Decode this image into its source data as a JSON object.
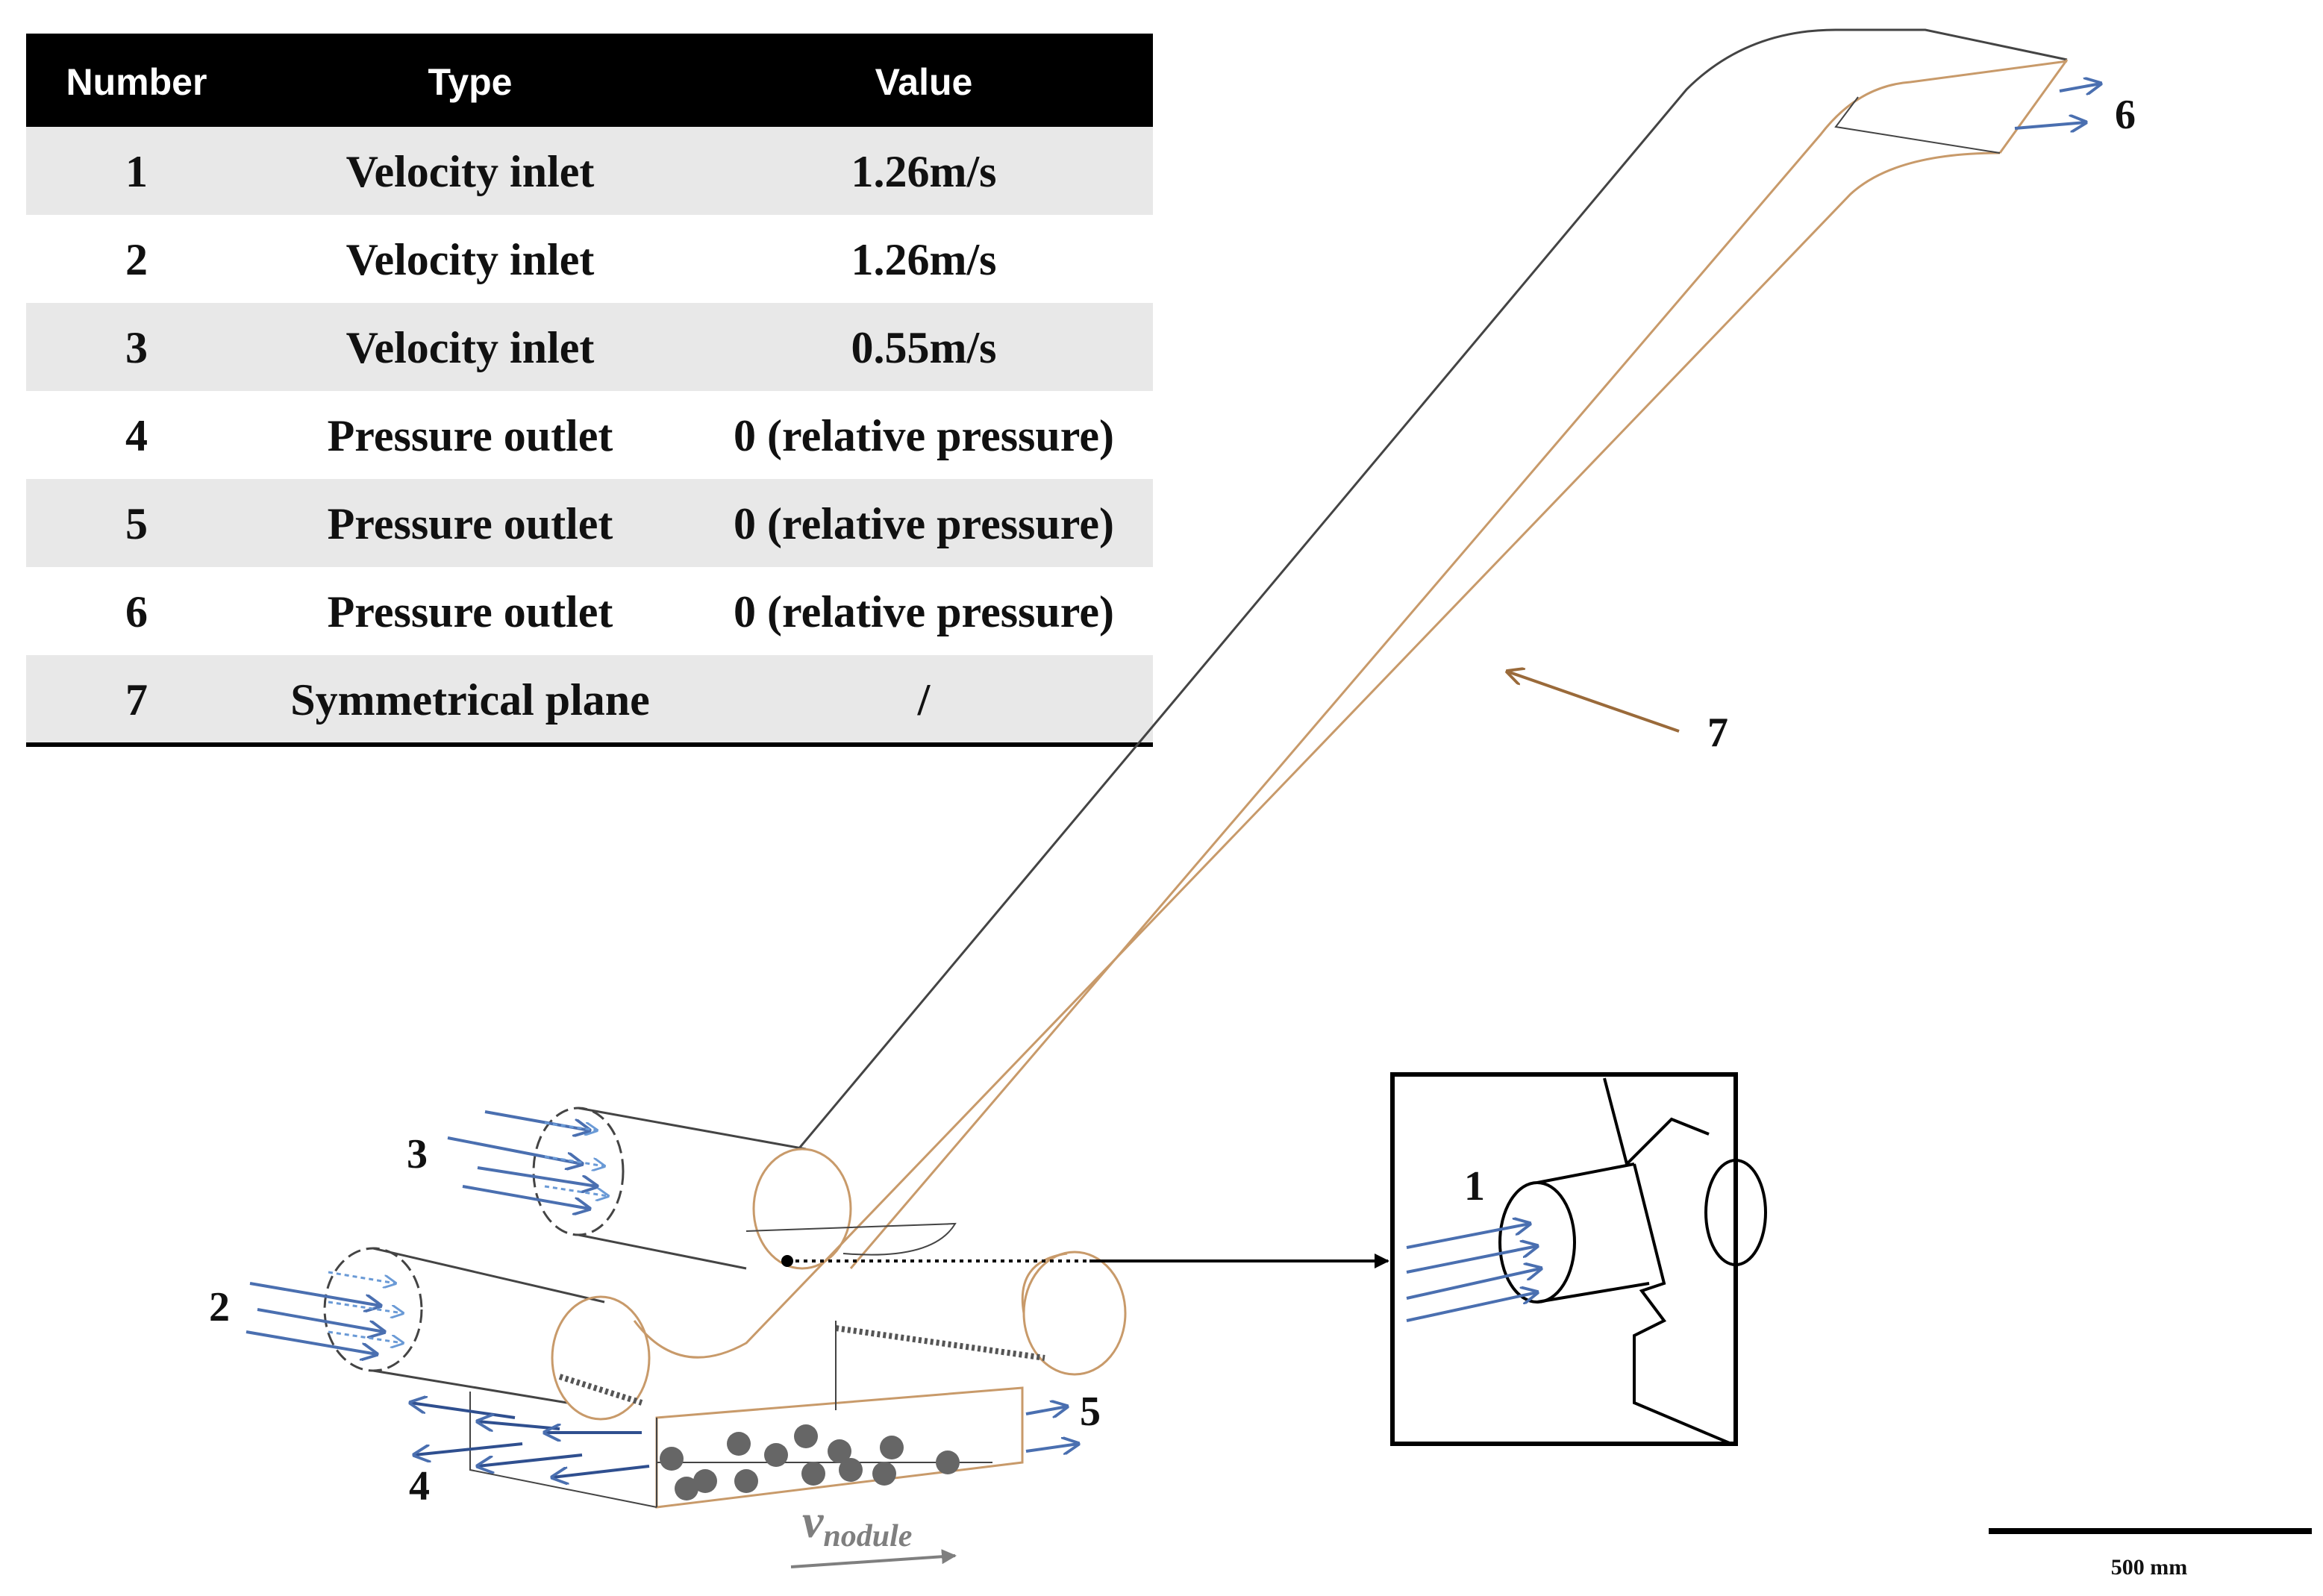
{
  "table": {
    "headers": [
      "Number",
      "Type",
      "Value"
    ],
    "rows": [
      [
        "1",
        "Velocity inlet",
        "1.26m/s"
      ],
      [
        "2",
        "Velocity inlet",
        "1.26m/s"
      ],
      [
        "3",
        "Velocity inlet",
        "0.55m/s"
      ],
      [
        "4",
        "Pressure outlet",
        "0 (relative pressure)"
      ],
      [
        "5",
        "Pressure outlet",
        "0 (relative pressure)"
      ],
      [
        "6",
        "Pressure outlet",
        "0 (relative pressure)"
      ],
      [
        "7",
        "Symmetrical plane",
        "/"
      ]
    ]
  },
  "labels": {
    "l1": "1",
    "l2": "2",
    "l3": "3",
    "l4": "4",
    "l5": "5",
    "l6": "6",
    "l7": "7"
  },
  "nodule_label": {
    "base": "v",
    "subscript": "nodule"
  },
  "scale_bar": {
    "text": "500 mm"
  },
  "colors": {
    "header_bg": "#000000",
    "row_shade": "#e8e8e8",
    "flow_arrow": "#4a6fb0",
    "flow_arrow_light": "#6a9ad6",
    "pipe_outline": "#c89a6a",
    "pipe_dark": "#444444",
    "plane_arrow": "#9a6a3a",
    "nodule": "#666666"
  }
}
